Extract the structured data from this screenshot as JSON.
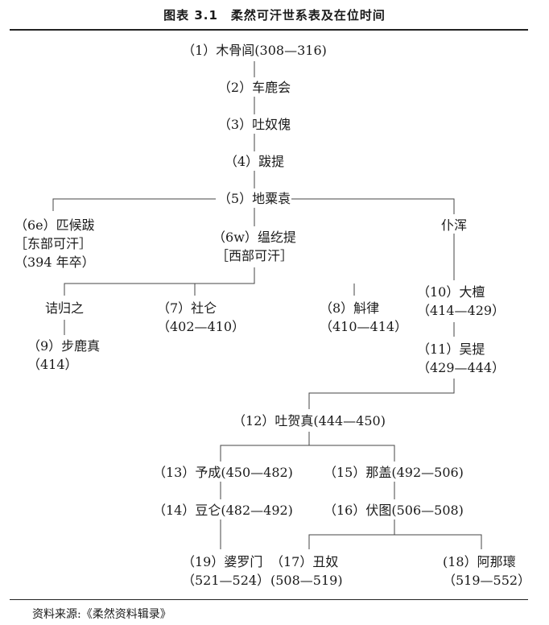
{
  "title": "图表 3.1　柔然可汗世系表及在位时间",
  "source": "资料来源:《柔然资料辑录》",
  "nodes": {
    "n1": "（1）木骨闾(308—316)",
    "n2": "（2）车鹿会",
    "n3": "（3）吐奴傀",
    "n4": "（4）跋提",
    "n5": "（5）地粟袁",
    "n6e": {
      "name": "（6e）匹候跋",
      "note": "［东部可汗］",
      "year": "（394 年卒）"
    },
    "n6w": {
      "name": "（6w）缊纥提",
      "note": "［西部可汗］"
    },
    "pu": "仆浑",
    "jie": "诘归之",
    "n7": {
      "name": "（7）社仑",
      "years": "（402—410）"
    },
    "n8": {
      "name": "（8）斛律",
      "years": "（410—414）"
    },
    "n9": {
      "name": "（9）步鹿真",
      "years": "（414）"
    },
    "n10": {
      "name": "（10）大檀",
      "years": "（414—429）"
    },
    "n11": {
      "name": "（11）吴提",
      "years": "（429—444）"
    },
    "n12": "（12）吐贺真(444—450)",
    "n13": "（13）予成(450—482)",
    "n14": "（14）豆仑(482—492)",
    "n15": "（15）那盖(492—506)",
    "n16": "（16）伏图(506—508)",
    "n17": {
      "name": "（17）丑奴",
      "years": "(508—519)"
    },
    "n18": {
      "name": "(18）阿那瓌",
      "years": "（519—552）"
    },
    "n19": {
      "name": "（19）婆罗门",
      "years": "（521—524）"
    }
  }
}
